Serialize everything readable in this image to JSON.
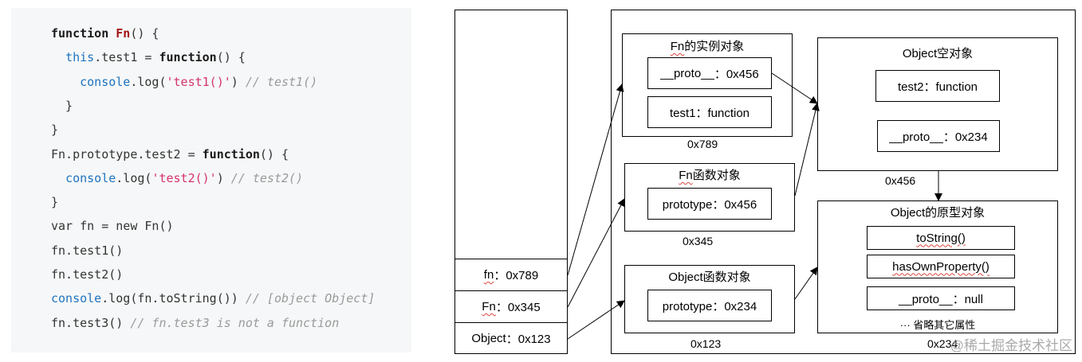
{
  "code": {
    "lines": [
      [
        {
          "t": "function",
          "c": "kw"
        },
        {
          "t": " "
        },
        {
          "t": "Fn",
          "c": "fname"
        },
        {
          "t": "() {"
        }
      ],
      [
        {
          "t": "  "
        },
        {
          "t": "this",
          "c": "blue"
        },
        {
          "t": ".test1 = "
        },
        {
          "t": "function",
          "c": "kw"
        },
        {
          "t": "() {"
        }
      ],
      [
        {
          "t": "    "
        },
        {
          "t": "console",
          "c": "blue"
        },
        {
          "t": ".log("
        },
        {
          "t": "'test1()'",
          "c": "str"
        },
        {
          "t": ") "
        },
        {
          "t": "// test1()",
          "c": "cmt"
        }
      ],
      [
        {
          "t": "  }"
        }
      ],
      [
        {
          "t": "}"
        }
      ],
      [
        {
          "t": "Fn.prototype.test2 = "
        },
        {
          "t": "function",
          "c": "kw"
        },
        {
          "t": "() {"
        }
      ],
      [
        {
          "t": "  "
        },
        {
          "t": "console",
          "c": "blue"
        },
        {
          "t": ".log("
        },
        {
          "t": "'test2()'",
          "c": "str"
        },
        {
          "t": ") "
        },
        {
          "t": "// test2()",
          "c": "cmt"
        }
      ],
      [
        {
          "t": "}"
        }
      ],
      [
        {
          "t": "var fn = new Fn()"
        }
      ],
      [
        {
          "t": "fn.test1()"
        }
      ],
      [
        {
          "t": "fn.test2()"
        }
      ],
      [
        {
          "t": "console",
          "c": "blue"
        },
        {
          "t": ".log(fn.toString()) "
        },
        {
          "t": "// [object Object]",
          "c": "cmt"
        }
      ],
      [
        {
          "t": "fn.test3() "
        },
        {
          "t": "// fn.test3 is not a function",
          "c": "cmt"
        }
      ]
    ]
  },
  "stack": {
    "fn_label": "fn",
    "fn_value": "：0x789",
    "Fn_label": "Fn",
    "Fn_value": "：0x345",
    "obj_label": "Object",
    "obj_value": "：0x123"
  },
  "instance": {
    "title_a": "Fn",
    "title_b": "的实例对象",
    "proto_a": "__proto__",
    "proto_b": "：0x456",
    "test1": "test1：function",
    "addr": "0x789"
  },
  "fn_func": {
    "title_a": "Fn",
    "title_b": "函数对象",
    "prototype": "prototype：0x456",
    "addr": "0x345"
  },
  "obj_func": {
    "title": "Object函数对象",
    "prototype": "prototype：0x234",
    "addr": "0x123"
  },
  "empty_obj": {
    "title": "Object空对象",
    "test2": "test2：function",
    "proto": "__proto__：0x234",
    "addr": "0x456"
  },
  "obj_proto": {
    "title": "Object的原型对象",
    "tostring": "toString()",
    "hasown": "hasOwnProperty()",
    "proto": "__proto__：null",
    "others": "··· 省略其它属性",
    "addr": "0x234"
  },
  "watermark": "@稀土掘金技术社区"
}
